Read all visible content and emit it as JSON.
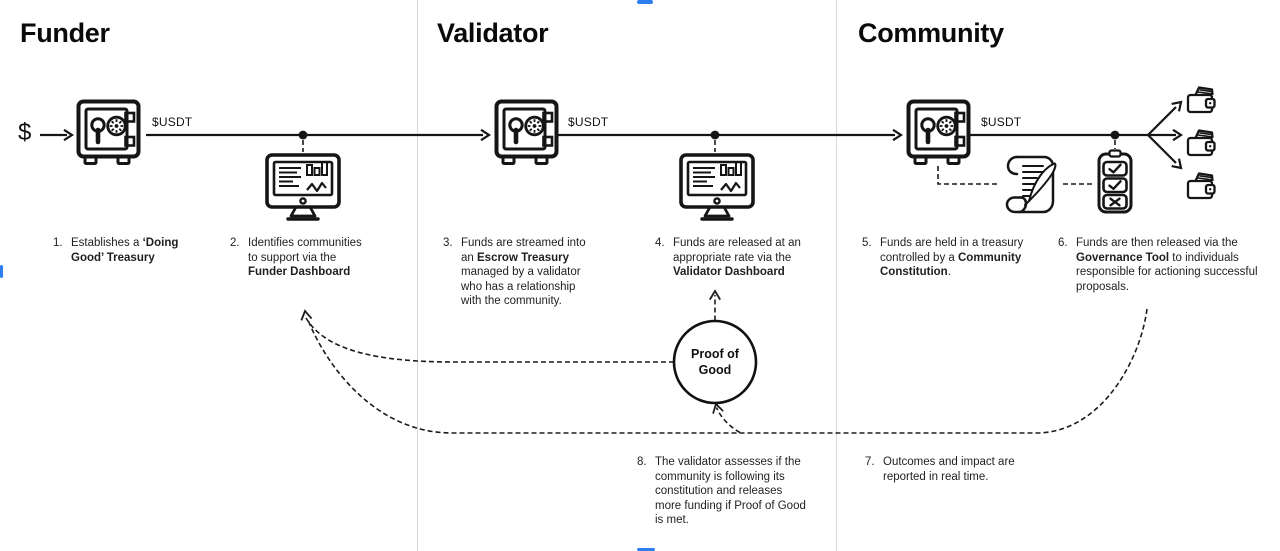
{
  "colors": {
    "ink": "#151515",
    "divider": "#d8d8d8",
    "accent_handle_blue": "#2d7ff0",
    "background": "#ffffff"
  },
  "sections": [
    {
      "title": "Funder"
    },
    {
      "title": "Validator"
    },
    {
      "title": "Community"
    }
  ],
  "flow": {
    "dollar_sign": "$",
    "token_label": "$USDT"
  },
  "proof_of_good": {
    "line1": "Proof of",
    "line2": "Good"
  },
  "governance_tool": {
    "buttons": [
      "check",
      "check",
      "cross"
    ]
  },
  "icons": {
    "treasury": "safe-vault",
    "dashboard": "desktop-monitor",
    "constitution": "scroll-with-quill",
    "governance": "phone-checklist",
    "recipient": "wallet"
  },
  "steps": [
    {
      "num": "1.",
      "pre": "Establishes a ",
      "bold": "‘Doing Good’ Treasury",
      "post": ""
    },
    {
      "num": "2.",
      "pre": "Identifies communities to support via the ",
      "bold": "Funder Dashboard",
      "post": ""
    },
    {
      "num": "3.",
      "pre": "Funds are streamed into an ",
      "bold": "Escrow Treasury",
      "post": " managed by a validator who has a relationship with the community."
    },
    {
      "num": "4.",
      "pre": "Funds are released at an appropriate rate via the ",
      "bold": "Validator Dashboard",
      "post": ""
    },
    {
      "num": "5.",
      "pre": "Funds are held in a treasury controlled by a ",
      "bold": "Community Constitution",
      "post": "."
    },
    {
      "num": "6.",
      "pre": "Funds are then released via the ",
      "bold": "Governance Tool",
      "post": " to individuals responsible for actioning successful proposals."
    },
    {
      "num": "7.",
      "pre": "Outcomes and impact are reported in real time.",
      "bold": "",
      "post": ""
    },
    {
      "num": "8.",
      "pre": "The validator assesses if the community is following its constitution and releases more funding if Proof of Good is met.",
      "bold": "",
      "post": ""
    }
  ]
}
